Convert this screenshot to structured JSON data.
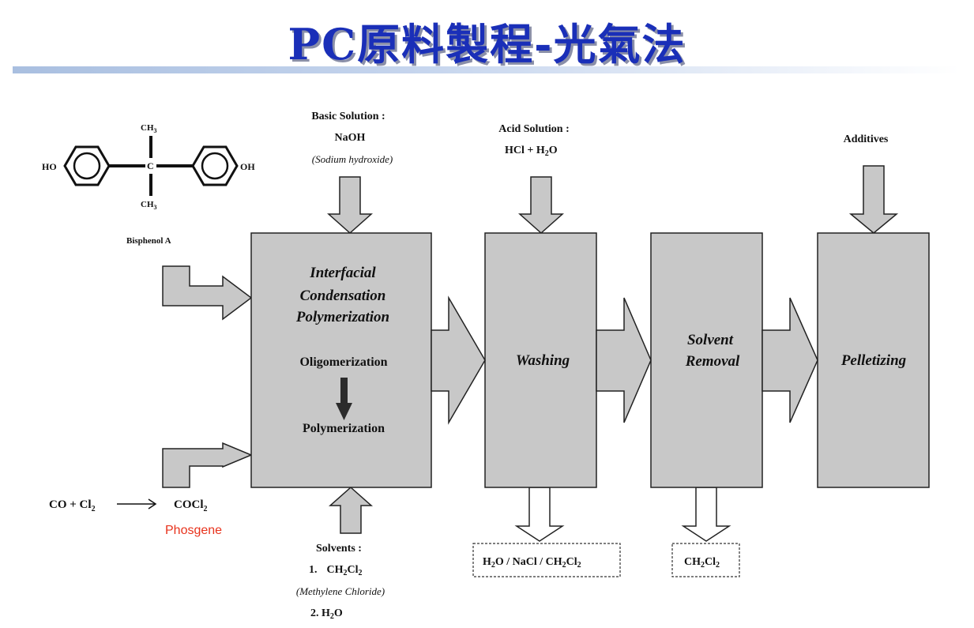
{
  "title": "PC原料製程-光氣法",
  "molecule": {
    "ho": "HO",
    "oh": "OH",
    "c": "C",
    "ch3_top": "CH",
    "ch3_bottom": "CH",
    "sub3": "3",
    "name": "Bisphenol A"
  },
  "phosgene_reaction": {
    "reactants": "CO + Cl",
    "reactants_sub": "2",
    "product": "COCl",
    "product_sub": "2",
    "name": "Phosgene"
  },
  "basic_solution": {
    "label": "Basic Solution :",
    "formula": "NaOH",
    "name": "(Sodium hydroxide)"
  },
  "acid_solution": {
    "label": "Acid Solution :",
    "formula_a": "HCl + H",
    "formula_sub": "2",
    "formula_b": "O"
  },
  "additives": "Additives",
  "solvents": {
    "label": "Solvents :",
    "item1_num": "1.",
    "item1_a": "CH",
    "item1_sub1": "2",
    "item1_b": "Cl",
    "item1_sub2": "2",
    "item1_name": "(Methylene Chloride)",
    "item2_a": "2. H",
    "item2_sub": "2",
    "item2_b": "O"
  },
  "stages": {
    "interfacial_line1": "Interfacial",
    "interfacial_line2": "Condensation",
    "interfacial_line3": "Polymerization",
    "oligomerization": "Oligomerization",
    "polymerization": "Polymerization",
    "washing": "Washing",
    "solvent_line1": "Solvent",
    "solvent_line2": "Removal",
    "pelletizing": "Pelletizing"
  },
  "outputs": {
    "washing_a": "H",
    "washing_sub1": "2",
    "washing_b": "O / NaCl / CH",
    "washing_sub2": "2",
    "washing_c": "Cl",
    "washing_sub3": "2",
    "solvent_a": "CH",
    "solvent_sub1": "2",
    "solvent_b": "Cl",
    "solvent_sub2": "2"
  },
  "colors": {
    "title": "#1a2fb8",
    "box_fill": "#c8c8c8",
    "phosgene": "#e8321c"
  }
}
